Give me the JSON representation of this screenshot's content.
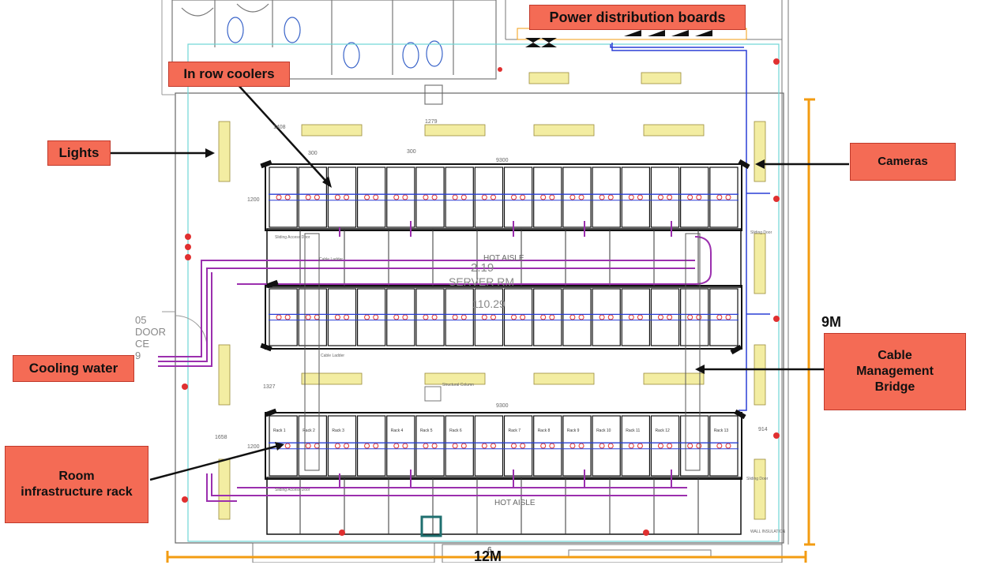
{
  "callouts": {
    "power": "Power distribution boards",
    "coolers": "In row coolers",
    "lights": "Lights",
    "cameras": "Cameras",
    "cooling": "Cooling water",
    "cable": "Cable Management Bridge",
    "infra": "Room infrastructure rack"
  },
  "dimensions": {
    "height": "9M",
    "width": "12M"
  },
  "drawing": {
    "room_line1": "2.19",
    "room_line2": "SERVER RM",
    "room_line3": "110.29",
    "hot_aisle_top": "HOT AISLE",
    "hot_aisle_bottom": "HOT AISLE",
    "dim_1279": "1279",
    "dim_1408": "1408",
    "dim_300a": "300",
    "dim_300b": "300",
    "dim_9300_top": "9300",
    "dim_9300_bottom": "9300",
    "dim_1200a": "1200",
    "dim_1200b": "1200",
    "dim_1327": "1327",
    "dim_1658": "1658",
    "dim_914": "914",
    "left_text": [
      "05",
      "DOOR",
      "CE",
      "9"
    ],
    "sliding_access_door": "Sliding Access Door",
    "sliding_door": "Sliding Door",
    "cable_ladder": "Cable Ladder",
    "structural_column": "Structural Column",
    "wall_insulation": "WALL INSULATION",
    "page_number": "6",
    "rack_labels": [
      "Rack 1",
      "Rack 2",
      "Rack 3",
      "Rack 4",
      "Rack 5",
      "Rack 6",
      "Rack 7",
      "Rack 8",
      "Rack 9",
      "Rack 10",
      "Rack 11",
      "Rack 12",
      "Rack 13"
    ]
  },
  "colors": {
    "callout": "#f46b55",
    "dimension": "#f39c12",
    "pipe": "#9b2fae",
    "cable": "#2a3fd6",
    "light": "#f3eda2",
    "wall": "#6fd6d6"
  }
}
